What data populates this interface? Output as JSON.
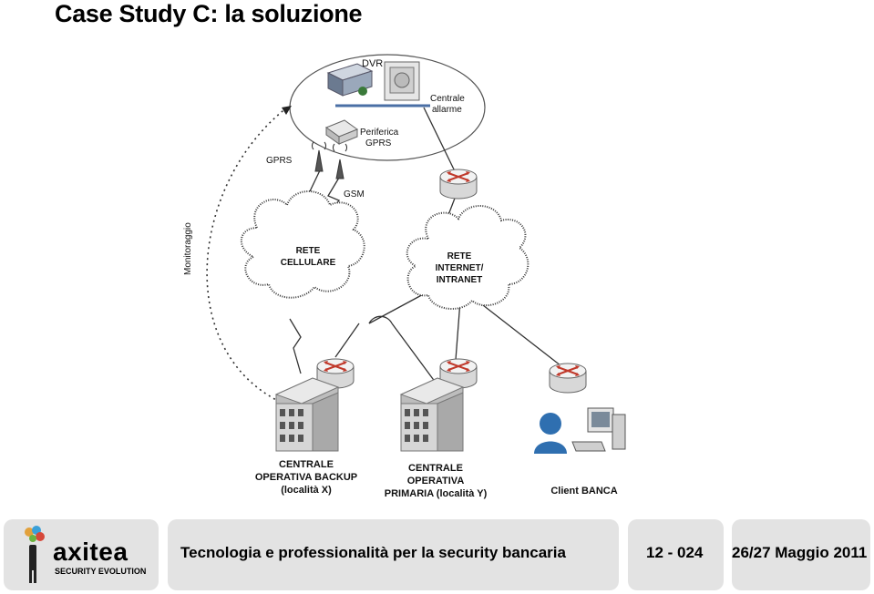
{
  "slide": {
    "title": "Case Study C: la soluzione"
  },
  "diagram": {
    "labels": {
      "dvr": "DVR",
      "centrale_allarme_1": "Centrale",
      "centrale_allarme_2": "allarme",
      "periferica_1": "Periferica",
      "periferica_2": "GPRS",
      "gprs": "GPRS",
      "gsm": "GSM",
      "monitoraggio": "Monitoraggio",
      "rete_cellulare_1": "RETE",
      "rete_cellulare_2": "CELLULARE",
      "rete_internet_1": "RETE",
      "rete_internet_2": "INTERNET/",
      "rete_internet_3": "INTRANET",
      "backup_1": "CENTRALE",
      "backup_2": "OPERATIVA BACKUP",
      "backup_3": "(località X)",
      "primaria_1": "CENTRALE",
      "primaria_2": "OPERATIVA",
      "primaria_3": "PRIMARIA (località Y)",
      "client": "Client BANCA"
    }
  },
  "footer": {
    "logo_text": "axitea",
    "logo_sub": "SECURITY EVOLUTION",
    "subject": "Tecnologia e professionalità per la security bancaria",
    "page": "12 - 024",
    "date": "26/27 Maggio 2011"
  },
  "colors": {
    "router_arrow": "#c0392b",
    "footer_bg": "#e3e3e3",
    "user_blue": "#2f6fb0"
  }
}
